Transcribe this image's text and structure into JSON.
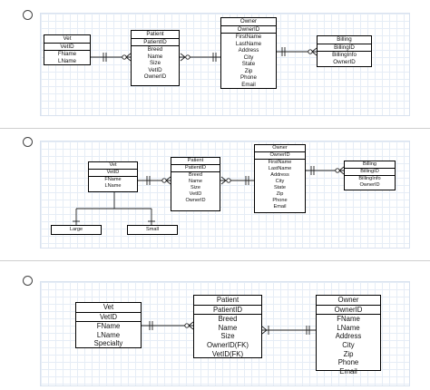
{
  "options": [
    {
      "entities": {
        "vet": {
          "title": "Vet",
          "key": "VetID",
          "attrs": [
            "FName",
            "LName"
          ]
        },
        "patient": {
          "title": "Patient",
          "key": "PatientID",
          "attrs": [
            "Breed",
            "Name",
            "Size",
            "VetID",
            "OwnerID"
          ]
        },
        "owner": {
          "title": "Owner",
          "key": "OwnerID",
          "attrs": [
            "FirstName",
            "LastName",
            "Address",
            "City",
            "State",
            "Zip",
            "Phone",
            "Email"
          ]
        },
        "billing": {
          "title": "Billing",
          "key": "BillingID",
          "attrs": [
            "BillingInfo",
            "OwnerID"
          ]
        }
      }
    },
    {
      "entities": {
        "vet": {
          "title": "Vet",
          "key": "VetID",
          "attrs": [
            "FName",
            "LName"
          ]
        },
        "patient": {
          "title": "Patient",
          "key": "PatientID",
          "attrs": [
            "Breed",
            "Name",
            "Size",
            "VetID",
            "OwnerID"
          ]
        },
        "owner": {
          "title": "Owner",
          "key": "OwnerID",
          "attrs": [
            "FirstName",
            "LastName",
            "Address",
            "City",
            "State",
            "Zip",
            "Phone",
            "Email"
          ]
        },
        "billing": {
          "title": "Billing",
          "key": "BillingID",
          "attrs": [
            "BillingInfo",
            "OwnerID"
          ]
        },
        "large": {
          "title": "Large"
        },
        "small": {
          "title": "Small"
        }
      }
    },
    {
      "entities": {
        "vet": {
          "title": "Vet",
          "key": "VetID",
          "attrs": [
            "FName",
            "LName",
            "Specialty"
          ]
        },
        "patient": {
          "title": "Patient",
          "key": "PatientID",
          "attrs": [
            "Breed",
            "Name",
            "Size",
            "OwnerID(FK)",
            "VetID(FK)"
          ]
        },
        "owner": {
          "title": "Owner",
          "key": "OwnerID",
          "attrs": [
            "FName",
            "LName",
            "Address",
            "City",
            "Zip",
            "Phone",
            "Email"
          ]
        }
      }
    }
  ]
}
